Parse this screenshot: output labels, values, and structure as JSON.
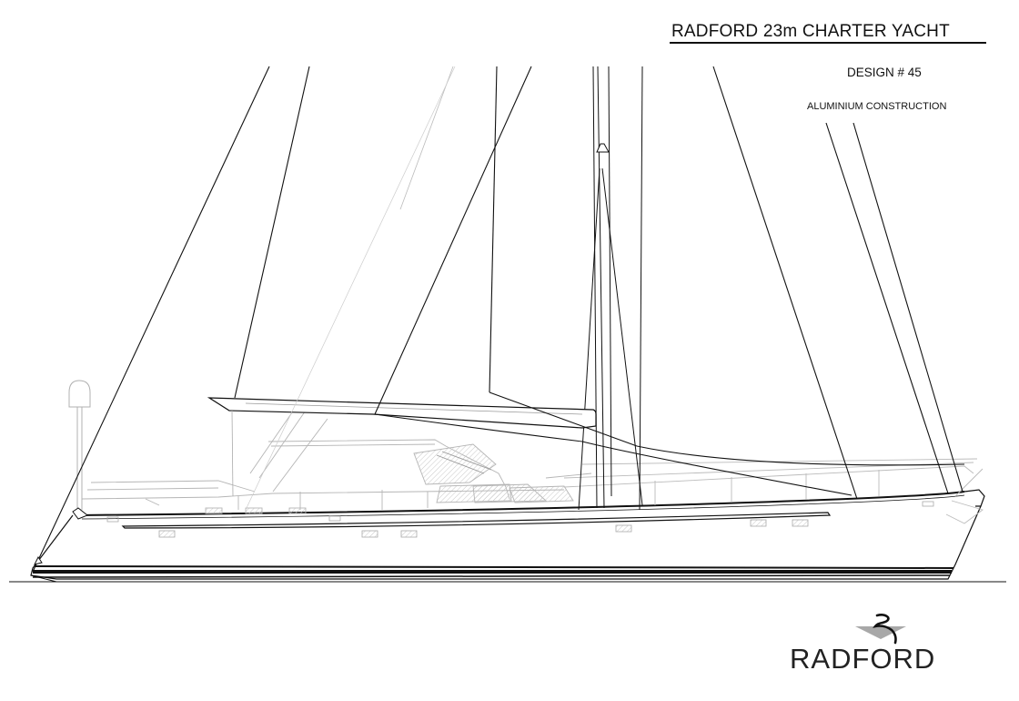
{
  "header": {
    "title": "RADFORD 23m CHARTER YACHT",
    "design_number": "DESIGN # 45",
    "construction": "ALUMINIUM CONSTRUCTION"
  },
  "logo": {
    "wordmark": "RADFORD",
    "icon": "radford-swoosh-icon"
  },
  "drawing": {
    "type": "sail-plan-profile",
    "elements": [
      "hull",
      "sheer-line",
      "boot-stripe",
      "waterline",
      "mast",
      "boom",
      "forestay",
      "backstays",
      "shrouds",
      "sails",
      "deckhouse",
      "radome",
      "guard-rails",
      "portlights",
      "bowsprit"
    ],
    "colors": {
      "line": "#111111",
      "light_line": "#b8b8b8",
      "hatch": "#cfcfcf",
      "logo_grey": "#a8a8a8",
      "background": "#ffffff"
    }
  }
}
